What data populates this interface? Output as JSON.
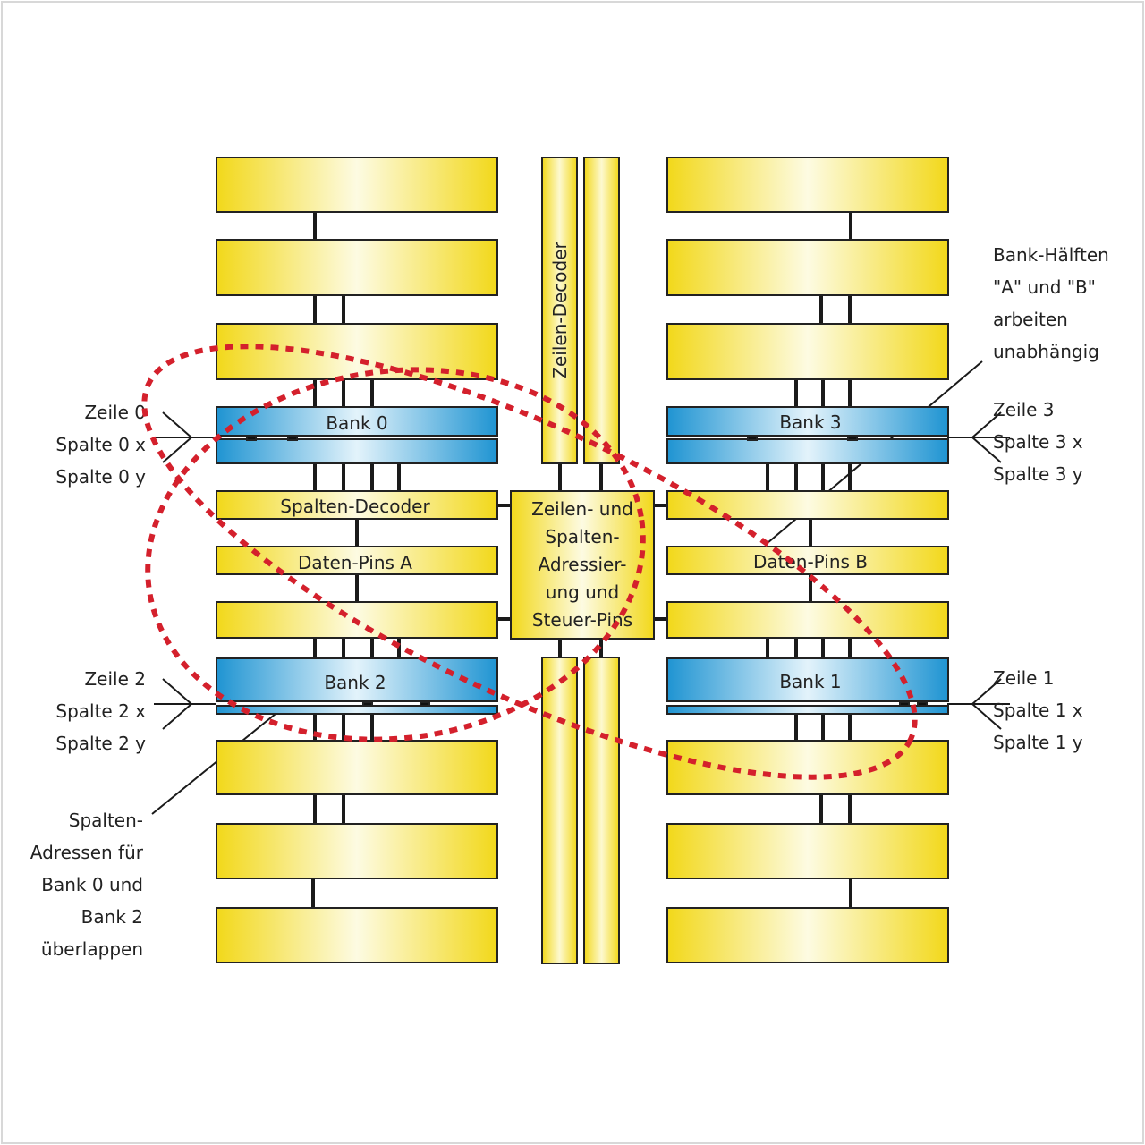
{
  "colors": {
    "yellow": "#f4de2a",
    "blue": "#2a9fd8",
    "red": "#d4202c",
    "line": "#1a1a1a"
  },
  "center": {
    "row_decoder": "Zeilen-Decoder",
    "control": [
      "Zeilen- und",
      "Spalten-",
      "Adressier-",
      "ung und",
      "Steuer-Pins"
    ]
  },
  "left": {
    "bank_top": "Bank 0",
    "col_decoder": "Spalten-Decoder",
    "data_pins": "Daten-Pins A",
    "bank_bottom": "Bank 2"
  },
  "right": {
    "bank_top": "Bank 3",
    "data_pins": "Daten-Pins B",
    "bank_bottom": "Bank 1"
  },
  "labels": {
    "bank0": [
      "Zeile 0",
      "Spalte 0 x",
      "Spalte 0 y"
    ],
    "bank2": [
      "Zeile 2",
      "Spalte 2 x",
      "Spalte 2 y"
    ],
    "bank3": [
      "Zeile 3",
      "Spalte 3 x",
      "Spalte 3 y"
    ],
    "bank1": [
      "Zeile 1",
      "Spalte 1 x",
      "Spalte 1 y"
    ],
    "halves": [
      "Bank-Hälften",
      "\"A\" und \"B\"",
      "arbeiten",
      "unabhängig"
    ],
    "overlap": [
      "Spalten-",
      "Adressen für",
      "Bank 0 und",
      "Bank 2",
      "überlappen"
    ]
  }
}
